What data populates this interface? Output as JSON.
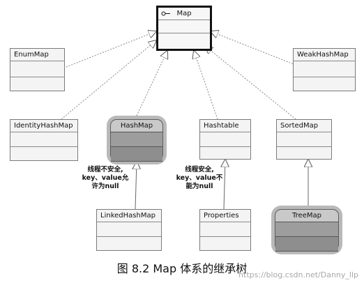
{
  "diagram": {
    "classes": {
      "map": "Map",
      "enum_map": "EnumMap",
      "weak_hash_map": "WeakHashMap",
      "identity_hash_map": "IdentityHashMap",
      "hash_map": "HashMap",
      "hashtable": "Hashtable",
      "sorted_map": "SortedMap",
      "linked_hash_map": "LinkedHashMap",
      "properties": "Properties",
      "tree_map": "TreeMap"
    },
    "notes": {
      "hash_map": [
        "线程不安全,",
        "key、value允",
        "许为null"
      ],
      "hashtable": [
        "线程安全,",
        "key、value不",
        "能为null"
      ]
    }
  },
  "caption": "图 8.2   Map 体系的继承树",
  "watermark": "https://blog.csdn.net/Danny_llp"
}
